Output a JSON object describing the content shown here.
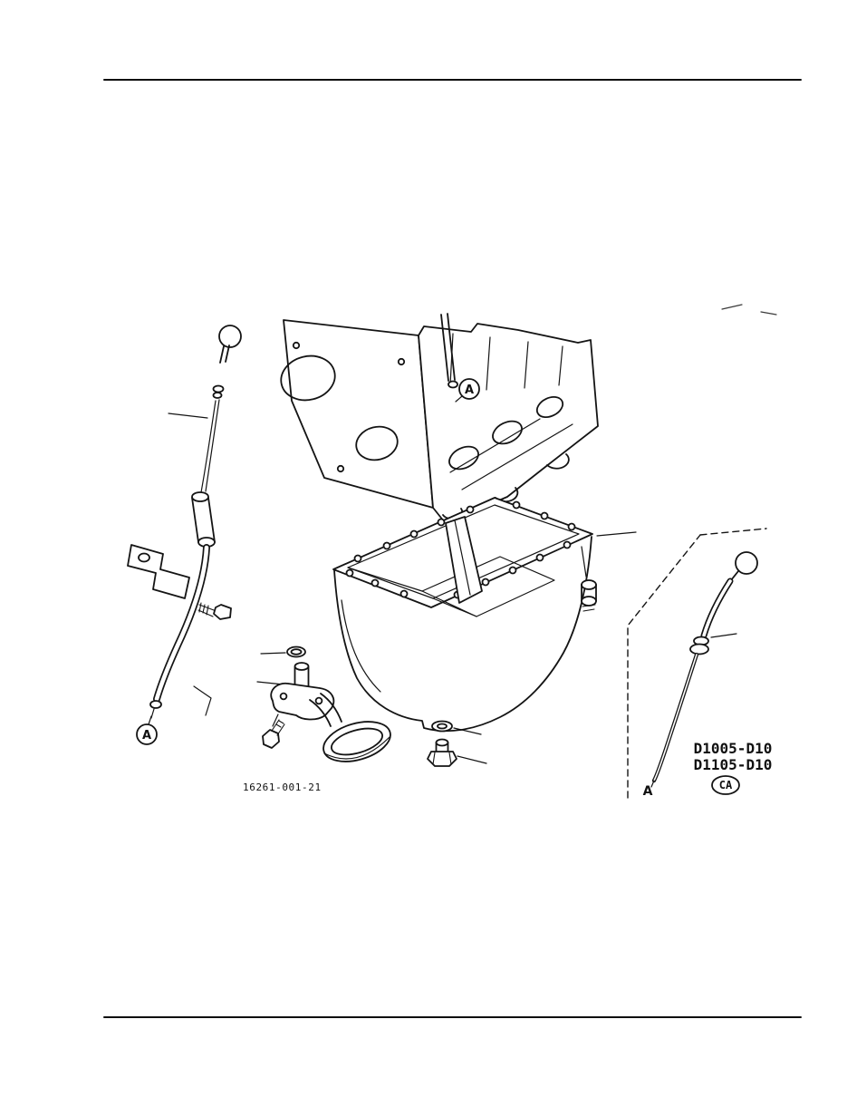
{
  "diagram": {
    "figure_number": "16261-001-21",
    "callouts": {
      "upper_a": "A",
      "lower_a": "A"
    },
    "detail_panel": {
      "models": [
        "D1005-D10",
        "D1105-D10"
      ],
      "region_code": "CA",
      "callout_a": "A"
    }
  }
}
